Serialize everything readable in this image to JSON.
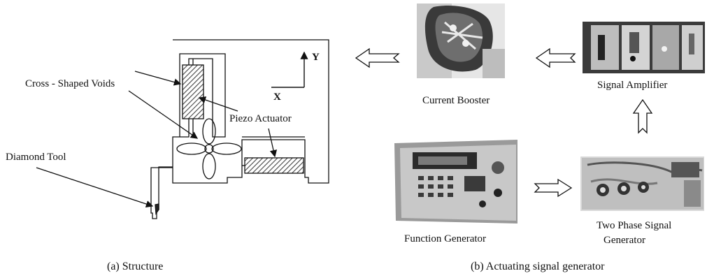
{
  "structure": {
    "label_voids": "Cross - Shaped Voids",
    "label_piezo": "Piezo Actuator",
    "label_tool": "Diamond Tool",
    "axis_y": "Y",
    "axis_x": "X",
    "caption": "(a) Structure"
  },
  "signal_chain": {
    "current_booster": "Current Booster",
    "signal_amplifier": "Signal Amplifier",
    "function_generator": "Function Generator",
    "two_phase_line1": "Two Phase Signal",
    "two_phase_line2": "Generator",
    "caption": "(b) Actuating signal generator"
  },
  "colors": {
    "line": "#111111",
    "hatch": "#555555",
    "photo_dark": "#2a2a2a",
    "photo_mid": "#8a8a8a",
    "photo_light": "#d8d8d8"
  },
  "icons": [
    "hollow-arrow-left-icon",
    "hollow-arrow-up-icon",
    "hollow-arrow-right-icon"
  ]
}
